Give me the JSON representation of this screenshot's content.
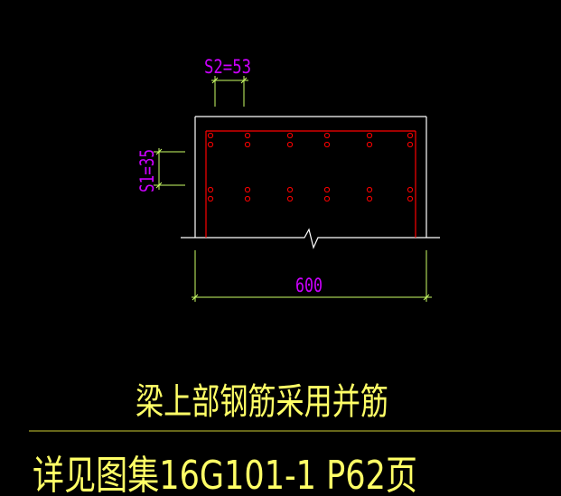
{
  "drawing": {
    "dimension_s2": "S2=53",
    "dimension_s1": "S1=35",
    "dimension_width": "600",
    "note_main": "梁上部钢筋采用并筋",
    "note_reference": "详见图集16G101-1 P62页"
  },
  "bars": {
    "top_row_count": 6,
    "bundle_size": 2,
    "bottom_row_count": 6
  },
  "colors": {
    "background": "#000000",
    "outline": "#ffffff",
    "stirrup": "#ff0000",
    "rebar": "#ff0000",
    "dimension_line": "#ccff66",
    "dimension_text": "#cc00ff",
    "note_text": "#ffff66",
    "separator": "#cccc33"
  }
}
